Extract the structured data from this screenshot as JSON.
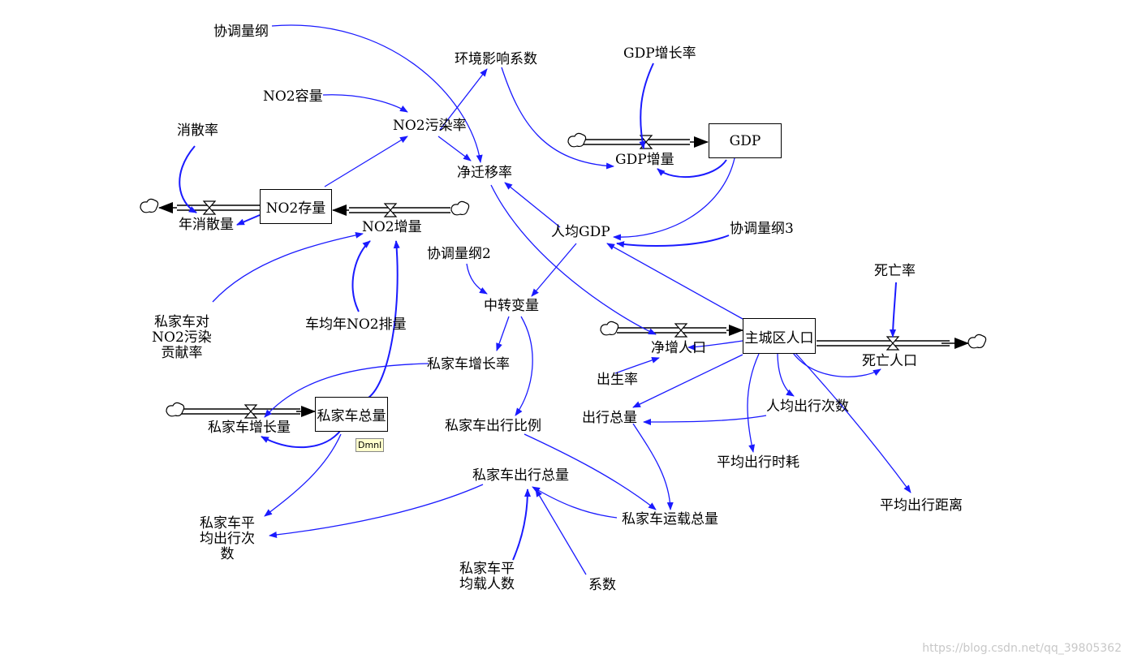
{
  "stocks": {
    "gdp": "GDP",
    "no2_stock": "NO2存量",
    "population": "主城区人口",
    "car_total": "私家车总量"
  },
  "flows": {
    "gdp_increase": "GDP增量",
    "no2_dissipation": "年消散量",
    "no2_increase": "NO2增量",
    "pop_increase": "净增人口",
    "deaths": "死亡人口",
    "car_increase": "私家车增长量"
  },
  "variables": {
    "coord_dim": "协调量纲",
    "env_impact": "环境影响系数",
    "gdp_growth_rate": "GDP增长率",
    "no2_capacity": "NO2容量",
    "no2_pollution_rate": "NO2污染率",
    "dissipation_rate": "消散率",
    "net_migration": "净迁移率",
    "per_capita_gdp": "人均GDP",
    "coord_dim3": "协调量纲3",
    "coord_dim2": "协调量纲2",
    "transfer_var": "中转变量",
    "car_contribution": "私家车对NO2污染贡献率",
    "car_emission": "车均年NO2排量",
    "car_growth_rate": "私家车增长率",
    "car_trip_ratio": "私家车出行比例",
    "car_avg_trips": "私家车平均出行次数",
    "car_trip_total": "私家车出行总量",
    "car_passengers": "私家车平均载人数",
    "coefficient": "系数",
    "car_carry_total": "私家车运载总量",
    "death_rate": "死亡率",
    "birth_rate": "出生率",
    "trip_total": "出行总量",
    "per_capita_trips": "人均出行次数",
    "avg_trip_time": "平均出行时耗",
    "avg_trip_distance": "平均出行距离"
  },
  "unit_tag": "Dmnl",
  "watermark": "https://blog.csdn.net/qq_39805362",
  "colors": {
    "link": "#1a1aff",
    "stock_border": "#000000",
    "background": "#ffffff"
  }
}
